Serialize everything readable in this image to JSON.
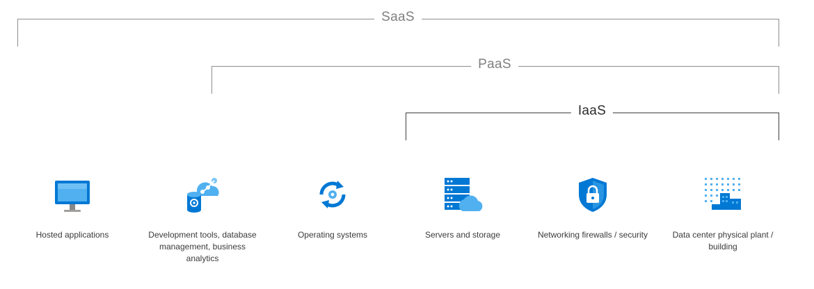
{
  "layers": {
    "saas": "SaaS",
    "paas": "PaaS",
    "iaas": "IaaS"
  },
  "items": [
    {
      "label": "Hosted applications",
      "icon": "monitor-icon"
    },
    {
      "label": "Development tools, database management, business analytics",
      "icon": "database-analytics-icon"
    },
    {
      "label": "Operating systems",
      "icon": "sync-gear-icon"
    },
    {
      "label": "Servers and storage",
      "icon": "server-cloud-icon"
    },
    {
      "label": "Networking firewalls / security",
      "icon": "shield-lock-icon"
    },
    {
      "label": "Data center physical plant / building",
      "icon": "datacenter-building-icon"
    }
  ],
  "colors": {
    "accent": "#0078d4",
    "light_accent": "#50b0f0",
    "bracket_gray": "#8c8c8c"
  }
}
